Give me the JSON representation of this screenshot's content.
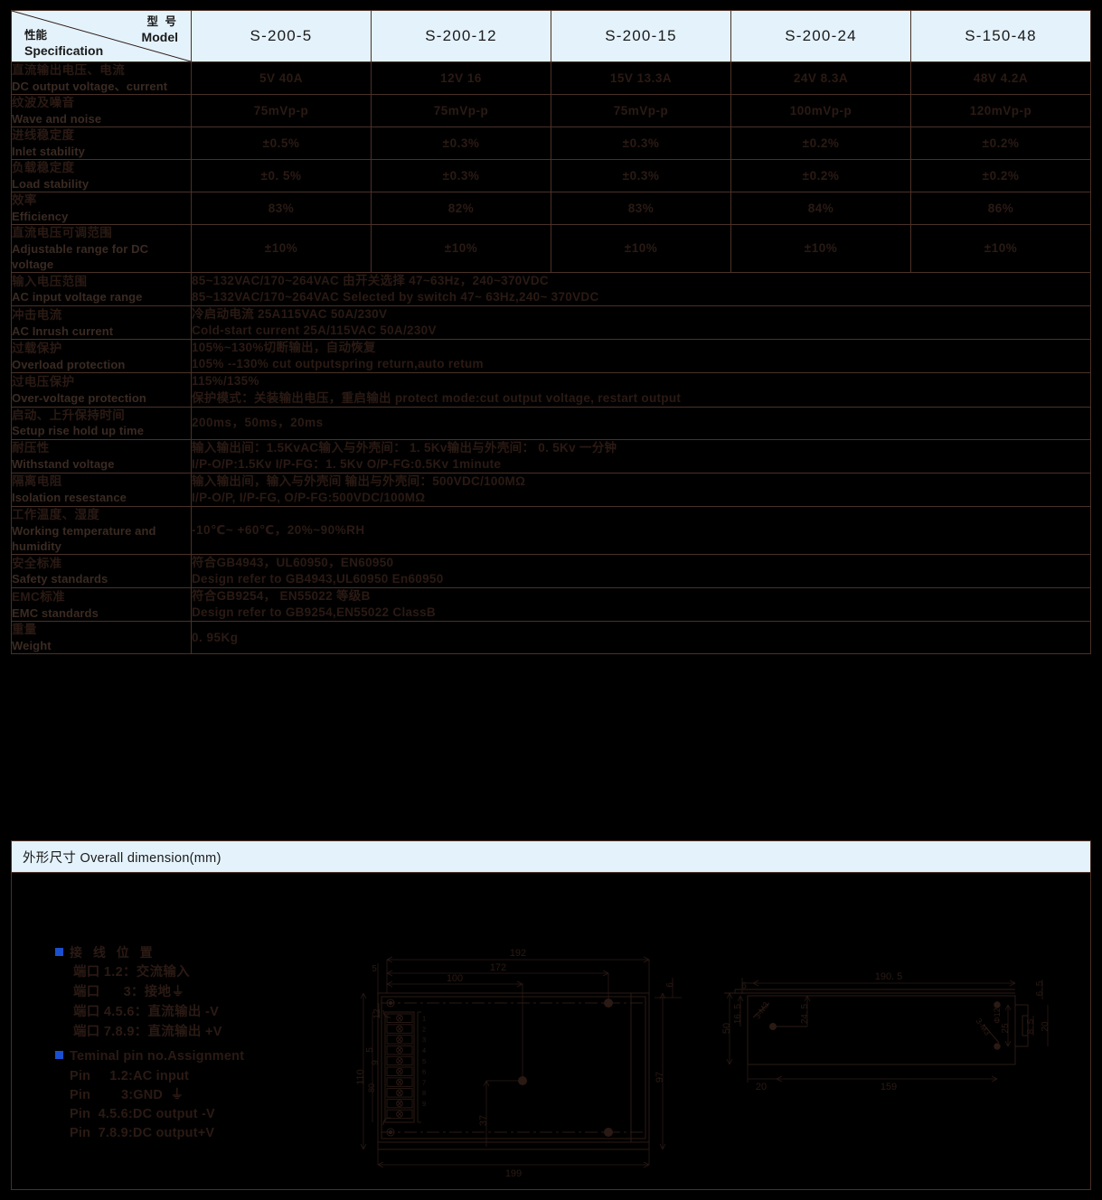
{
  "spec_table": {
    "corner": {
      "model_cn": "型 号",
      "model_en": "Model",
      "spec_cn": "性能",
      "spec_en": "Specification"
    },
    "models": [
      "S-200-5",
      "S-200-12",
      "S-200-15",
      "S-200-24",
      "S-150-48"
    ],
    "rows": [
      {
        "cn": "直流输出电压、电流",
        "en": "DC output voltage、current",
        "values": [
          "5V   40A",
          "12V  16",
          "15V  13.3A",
          "24V    8.3A",
          "48V  4.2A"
        ]
      },
      {
        "cn": "纹波及噪音",
        "en": "Wave and noise",
        "values": [
          "75mVp-p",
          "75mVp-p",
          "75mVp-p",
          "100mVp-p",
          "120mVp-p"
        ]
      },
      {
        "cn": "进线稳定度",
        "en": "Inlet stability",
        "values": [
          "±0.5%",
          "±0.3%",
          "±0.3%",
          "±0.2%",
          "±0.2%"
        ]
      },
      {
        "cn": "负载稳定度",
        "en": "Load stability",
        "values": [
          "±0. 5%",
          "±0.3%",
          "±0.3%",
          "±0.2%",
          "±0.2%"
        ]
      },
      {
        "cn": "效率",
        "en": "Efficiency",
        "values": [
          "83%",
          "82%",
          "83%",
          "84%",
          "86%"
        ]
      },
      {
        "cn": "直流电压可调范围",
        "en": "Adjustable range for DC voltage",
        "values": [
          "±10%",
          "±10%",
          "±10%",
          "±10%",
          "±10%"
        ]
      }
    ],
    "merged_rows": [
      {
        "cn": "输入电压范围",
        "en": "AC input voltage range",
        "line1": "85~132VAC/170~264VAC 由开关选择 47~63Hz，240~370VDC",
        "line2": "85~132VAC/170~264VAC  Selected by switch 47~ 63Hz,240~ 370VDC"
      },
      {
        "cn": "冲击电流",
        "en": "AC  Inrush  current",
        "line1": "冷启动电流          25A115VAC    50A/230V",
        "line2": "Cold-start current   25A/115VAC     50A/230V"
      },
      {
        "cn": "过载保护",
        "en": "Overload protection",
        "line1": "105%~130%切断输出，自动恢复",
        "line2": "105% --130%  cut outputspring return,auto retum"
      },
      {
        "cn": "过电压保护",
        "en": "Over-voltage protection",
        "line1": "115%/135%",
        "line2": "保护模式：关装输出电压，重启输出          protect mode:cut output voltage, restart output"
      },
      {
        "cn": "启动、上升保持时间",
        "en": "Setup rise hold up time",
        "single": "200ms，50ms，20ms"
      },
      {
        "cn": "耐压性",
        "en": "Withstand voltage",
        "line1": "输入输出间：1.5KvAC输入与外壳间： 1. 5Kv输出与外壳间： 0. 5Kv          一分钟",
        "line2": "  I/P-O/P:1.5Kv          I/P-FG：1. 5Kv          O/P-FG:0.5Kv     1minute"
      },
      {
        "cn": "隔离电阻",
        "en": "Isolation resestance",
        "line1": "输入输出间，输入与外壳间          输出与外壳间：500VDC/100MΩ",
        "line2": "I/P-O/P,          I/P-FG,          O/P-FG:500VDC/100MΩ"
      },
      {
        "cn": "工作温度、湿度",
        "en": "Working temperature and humidity",
        "single": "-10℃~ +60℃，20%~90%RH"
      },
      {
        "cn": "安全标准",
        "en": "Safety standards",
        "line1": "符合GB4943，UL60950，EN60950",
        "line2": "Design refer to GB4943,UL60950 En60950"
      },
      {
        "cn": "EMC标准",
        "en": "EMC standards",
        "line1": "符合GB9254， EN55022 等级B",
        "line2": " Design refer to GB9254,EN55022 ClassB"
      },
      {
        "cn": "重量",
        "en": "Weight",
        "single": "0. 95Kg"
      }
    ]
  },
  "dimension_section": {
    "header": "外形尺寸  Overall dimension(mm)",
    "pin_assignment": {
      "cn_title": "接  线  位  置",
      "cn_rows": [
        "端口 1.2：交流输入",
        "端口      3：接地⏚",
        "端口 4.5.6：直流输出 -V",
        "端口 7.8.9：直流输出 +V"
      ],
      "en_title": "Teminal pin no.Assignment",
      "en_rows": [
        "Pin     1.2:AC input",
        "Pin        3:GND  ⏚",
        "Pin  4.5.6:DC output -V",
        "Pin  7.8.9:DC output+V"
      ]
    },
    "top_view_dimensions": {
      "overall_width": "192",
      "mount_span": "172",
      "mount_100": "100",
      "height": "110",
      "inner_height": "97",
      "offset_37": "37",
      "base_width": "199",
      "edge_5": "5",
      "edge_6": "6",
      "edge_12": "12",
      "v_5": "5",
      "v_9": "9",
      "v_80": "80",
      "terminal_numbers": [
        "1",
        "2",
        "3",
        "4",
        "5",
        "6",
        "7",
        "8",
        "9"
      ]
    },
    "side_view_dimensions": {
      "length": "190. 5",
      "base_length": "159",
      "height": "50",
      "offset_20": "20",
      "h_16_5": "16. 5",
      "h_24_5": "24. 5",
      "h_25": "25",
      "edge_6": "6",
      "edge_6_5": "6. 5",
      "edge_8_5": "8. 5",
      "right_20": "20",
      "screw_note": "3-M3",
      "dia_12": "Φ12"
    }
  },
  "colors": {
    "background": "#000000",
    "header_blue": "#e4f2fb",
    "line": "#4a3128",
    "text": "#2b1a14",
    "bullet_blue": "#1a4fd0"
  }
}
